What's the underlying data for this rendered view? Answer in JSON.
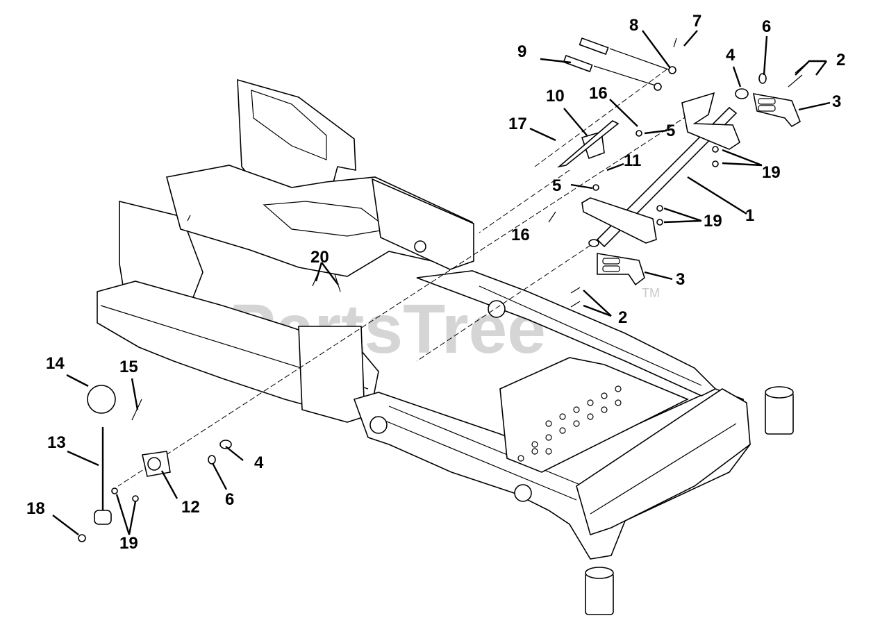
{
  "watermark": {
    "text": "PartsTree",
    "trademark": "TM"
  },
  "callouts": [
    {
      "id": "c1",
      "label": "1"
    },
    {
      "id": "c2a",
      "label": "2"
    },
    {
      "id": "c2b",
      "label": "2"
    },
    {
      "id": "c3a",
      "label": "3"
    },
    {
      "id": "c3b",
      "label": "3"
    },
    {
      "id": "c4a",
      "label": "4"
    },
    {
      "id": "c4b",
      "label": "4"
    },
    {
      "id": "c5a",
      "label": "5"
    },
    {
      "id": "c5b",
      "label": "5"
    },
    {
      "id": "c6a",
      "label": "6"
    },
    {
      "id": "c6b",
      "label": "6"
    },
    {
      "id": "c7",
      "label": "7"
    },
    {
      "id": "c8",
      "label": "8"
    },
    {
      "id": "c9",
      "label": "9"
    },
    {
      "id": "c10",
      "label": "10"
    },
    {
      "id": "c11",
      "label": "11"
    },
    {
      "id": "c12",
      "label": "12"
    },
    {
      "id": "c13",
      "label": "13"
    },
    {
      "id": "c14",
      "label": "14"
    },
    {
      "id": "c15",
      "label": "15"
    },
    {
      "id": "c16a",
      "label": "16"
    },
    {
      "id": "c16b",
      "label": "16"
    },
    {
      "id": "c17",
      "label": "17"
    },
    {
      "id": "c18",
      "label": "18"
    },
    {
      "id": "c19a",
      "label": "19"
    },
    {
      "id": "c19b",
      "label": "19"
    },
    {
      "id": "c19c",
      "label": "19"
    },
    {
      "id": "c20",
      "label": "20"
    }
  ]
}
